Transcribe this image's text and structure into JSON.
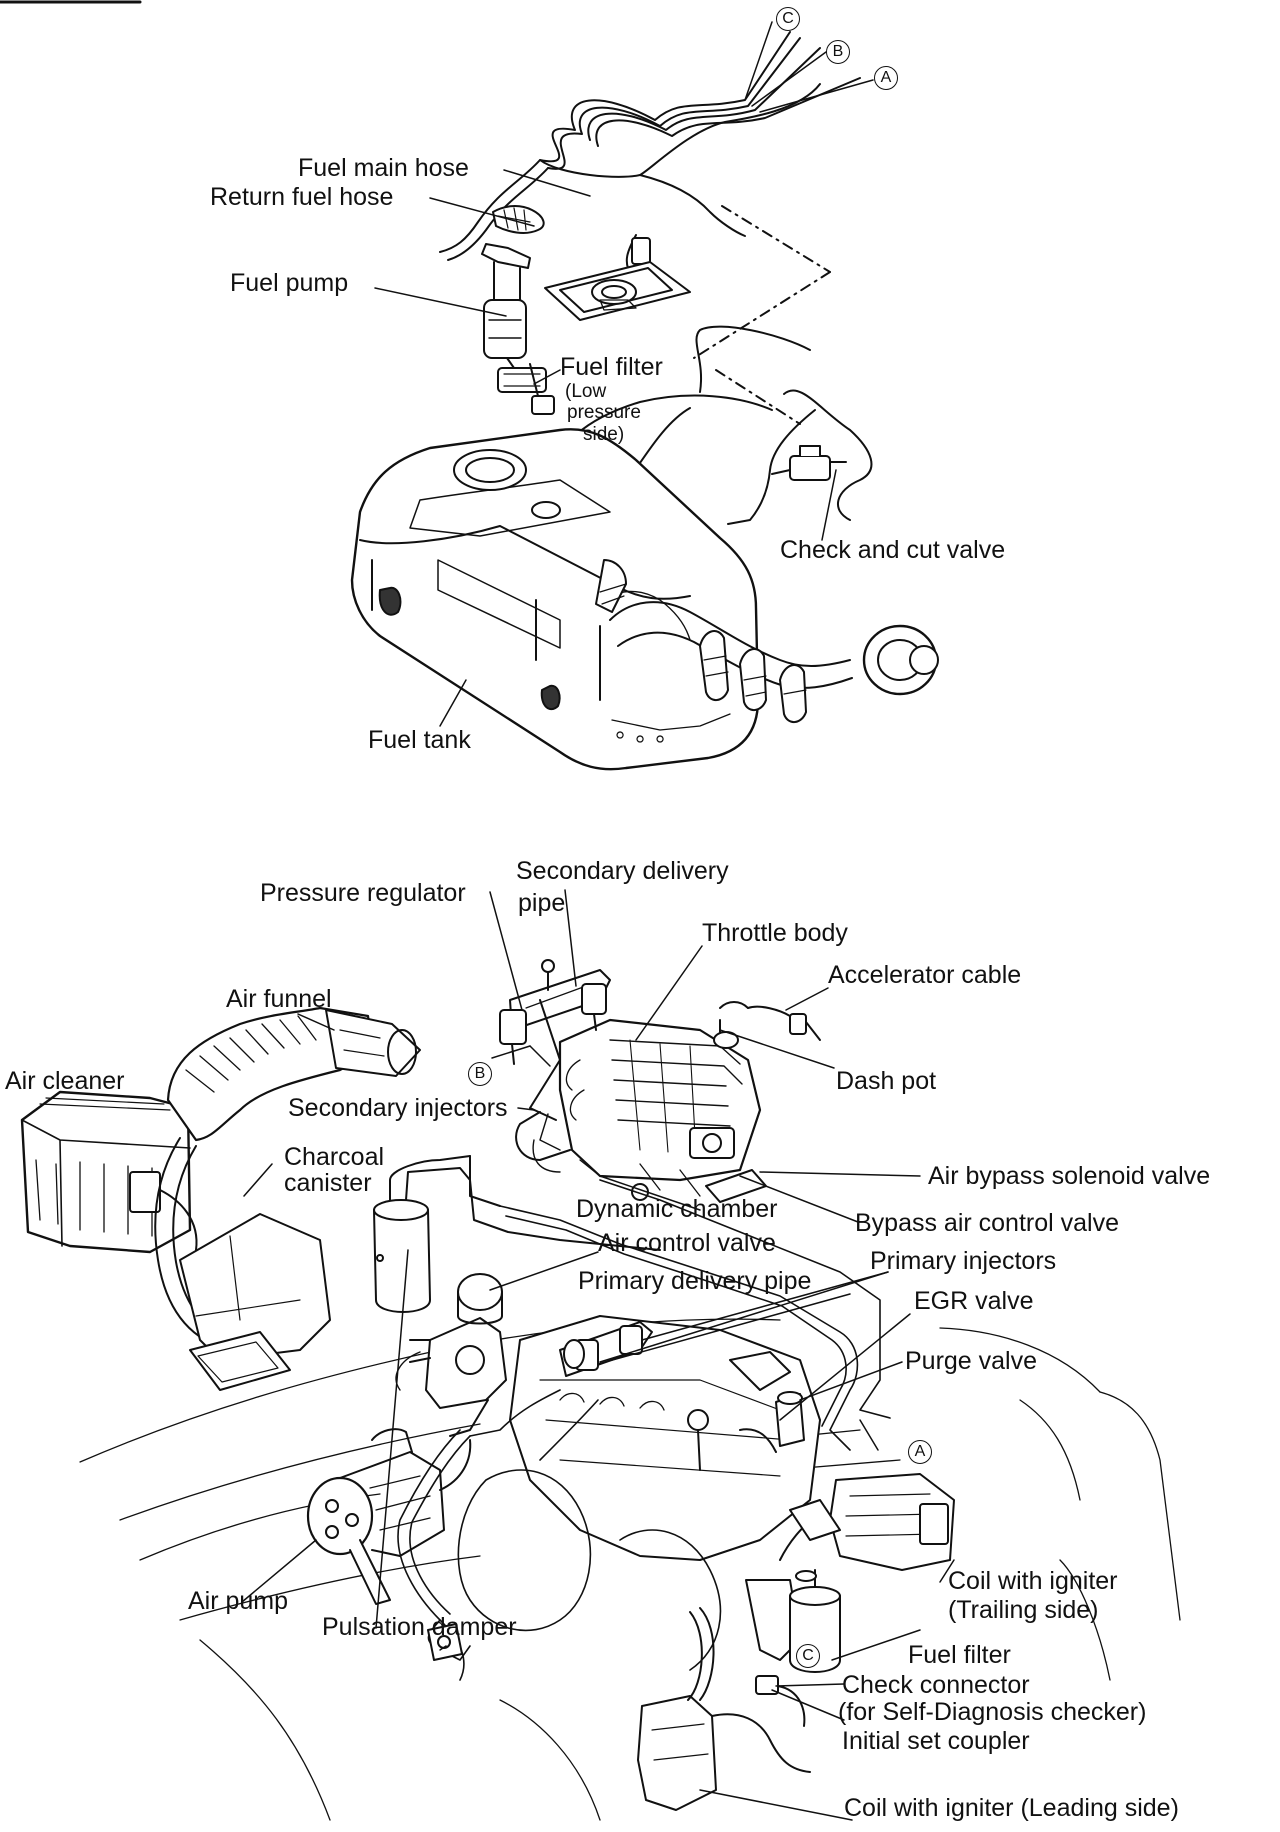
{
  "fuel_system": {
    "labels": {
      "fuel_main_hose": "Fuel main hose",
      "return_fuel_hose": "Return fuel hose",
      "fuel_pump": "Fuel pump",
      "fuel_filter_low": "Fuel filter",
      "fuel_filter_low_note": [
        "(Low",
        "pressure",
        "side)"
      ],
      "check_and_cut_valve": "Check and cut valve",
      "fuel_tank": "Fuel tank"
    },
    "refs": {
      "c": "C",
      "b": "B",
      "a": "A"
    }
  },
  "engine_system": {
    "labels": {
      "pressure_regulator": "Pressure regulator",
      "secondary_delivery_pipe": [
        "Secondary delivery",
        "pipe"
      ],
      "throttle_body": "Throttle body",
      "accelerator_cable": "Accelerator cable",
      "air_funnel": "Air funnel",
      "air_cleaner": "Air cleaner",
      "secondary_injectors": "Secondary injectors",
      "dash_pot": "Dash pot",
      "charcoal_canister": [
        "Charcoal",
        "canister"
      ],
      "air_bypass_solenoid_valve": "Air bypass solenoid valve",
      "dynamic_chamber": "Dynamic chamber",
      "bypass_air_control_valve": "Bypass air control valve",
      "air_control_valve": "Air control valve",
      "primary_injectors": "Primary injectors",
      "primary_delivery_pipe": "Primary delivery pipe",
      "egr_valve": "EGR valve",
      "purge_valve": "Purge valve",
      "air_pump": "Air pump",
      "pulsation_damper": "Pulsation damper",
      "coil_with_igniter_trailing": [
        "Coil with igniter",
        "(Trailing side)"
      ],
      "fuel_filter": "Fuel filter",
      "check_connector": [
        "Check connector",
        "(for Self-Diagnosis checker)"
      ],
      "initial_set_coupler": "Initial set coupler",
      "coil_with_igniter_leading": "Coil with igniter (Leading side)"
    },
    "refs": {
      "b": "B",
      "a": "A",
      "c": "C"
    }
  }
}
